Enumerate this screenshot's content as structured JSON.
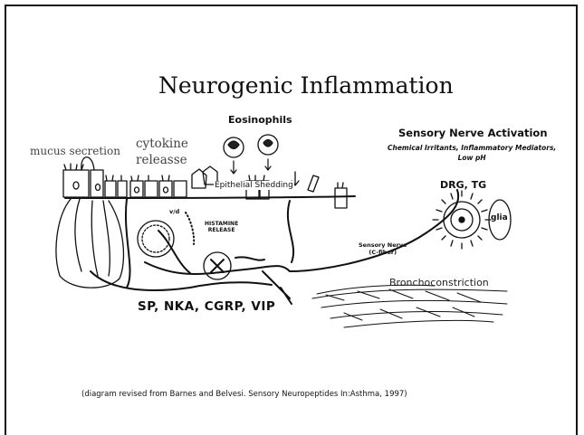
{
  "slide": {
    "title": "Neurogenic Inflammation",
    "eosinophils_label": "Eosinophils",
    "sensory_activation_title": "Sensory Nerve Activation",
    "sensory_activation_sub_line1": "Chemical Irritants, Inflammatory Mediators,",
    "sensory_activation_sub_line2": "Low pH",
    "mucus_label": "mucus secretion",
    "cytokine_line1": "cytokine",
    "cytokine_line2": "releasse",
    "epithelial_label": "Epithelial Shedding",
    "ganglia_label": "DRG, TG",
    "glia_label": "glia",
    "vd_label": "v/d",
    "histamine_line1": "HISTAMINE",
    "histamine_line2": "RELEASE",
    "sensory_nerve_line1": "Sensory Nerve",
    "sensory_nerve_line2": "(C-fiber)",
    "broncho_label": "Bronchoconstriction",
    "neuropeptides_label": "SP, NKA, CGRP, VIP",
    "citation": "(diagram revised from Barnes and Belvesi. Sensory Neuropeptides In:Asthma, 1997)"
  }
}
